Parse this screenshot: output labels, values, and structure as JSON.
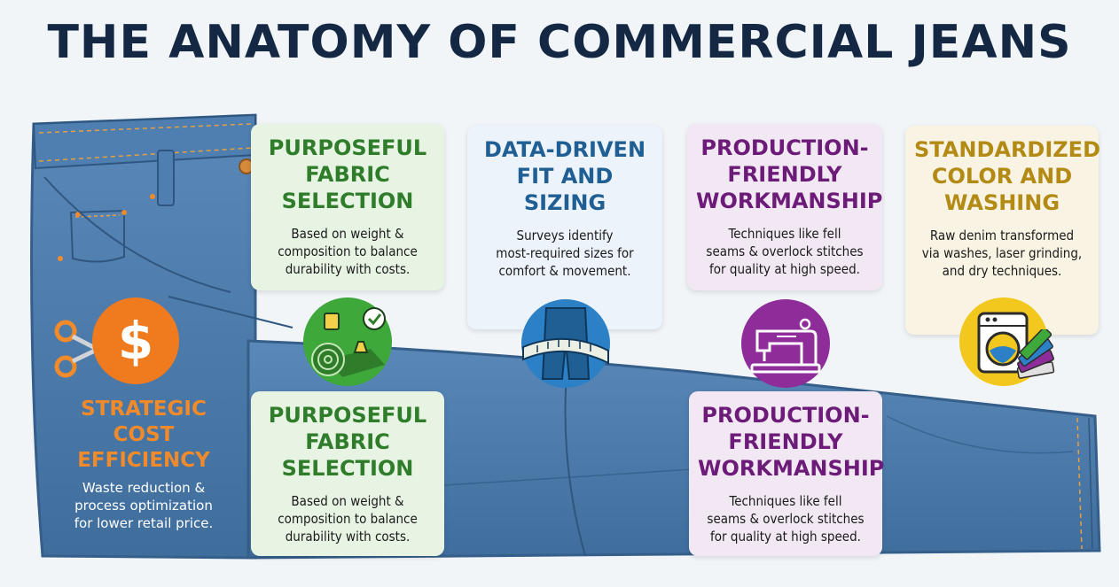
{
  "title": "THE ANATOMY OF COMMERCIAL JEANS",
  "cards": {
    "fabric_top": {
      "heading": "PURPOSEFUL\nFABRIC\nSELECTION",
      "body": "Based on weight &\ncomposition to balance\ndurability with costs."
    },
    "fit": {
      "heading": "DATA-DRIVEN\nFIT AND SIZING",
      "body": "Surveys identify\nmost-required sizes for\ncomfort & movement."
    },
    "workmanship_top": {
      "heading": "PRODUCTION-\nFRIENDLY\nWORKMANSHIP",
      "body": "Techniques like fell\nseams & overlock stitches\nfor quality at high speed."
    },
    "color": {
      "heading": "STANDARDIZED\nCOLOR AND\nWASHING",
      "body": "Raw denim transformed\nvia washes, laser grinding,\nand dry techniques."
    },
    "fabric_bottom": {
      "heading": "PURPOSEFUL\nFABRIC\nSELECTION",
      "body": "Based on weight &\ncomposition to balance\ndurability with costs."
    },
    "workmanship_bottom": {
      "heading": "PRODUCTION-\nFRIENDLY\nWORKMANSHIP",
      "body": "Techniques like fell\nseams & overlock stitches\nfor quality at high speed."
    }
  },
  "cost": {
    "heading": "STRATEGIC\nCOST\nEFFICIENCY",
    "body": "Waste reduction &\nprocess optimization\nfor lower retail price.",
    "symbol": "$"
  },
  "icons": [
    "scissors-icon",
    "dollar-icon",
    "fabric-roll-icon",
    "measuring-tape-icon",
    "sewing-machine-icon",
    "washing-machine-icon",
    "color-swatch-icon"
  ],
  "colors": {
    "title": "#142844",
    "denim": "#4a78a8",
    "green": "#2f7d2a",
    "blue": "#1f5f94",
    "purple": "#6c1b78",
    "gold": "#b38a14",
    "orange": "#f08a2a"
  }
}
